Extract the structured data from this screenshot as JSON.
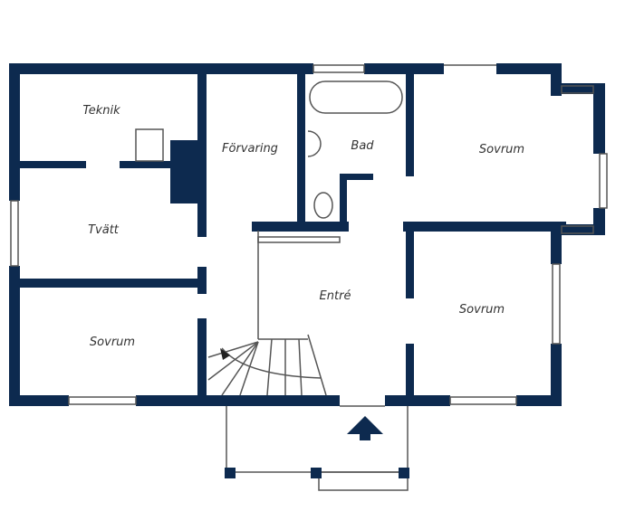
{
  "plan": {
    "wall_color": "#0d2a4f",
    "rooms": [
      {
        "id": "teknik",
        "label": "Teknik"
      },
      {
        "id": "forvaring",
        "label": "Förvaring"
      },
      {
        "id": "bad",
        "label": "Bad"
      },
      {
        "id": "sovrum-ne",
        "label": "Sovrum"
      },
      {
        "id": "tvatt",
        "label": "Tvätt"
      },
      {
        "id": "entre",
        "label": "Entré"
      },
      {
        "id": "sovrum-se",
        "label": "Sovrum"
      },
      {
        "id": "sovrum-sw",
        "label": "Sovrum"
      }
    ],
    "entrance_icon": "arrow-up-icon"
  }
}
